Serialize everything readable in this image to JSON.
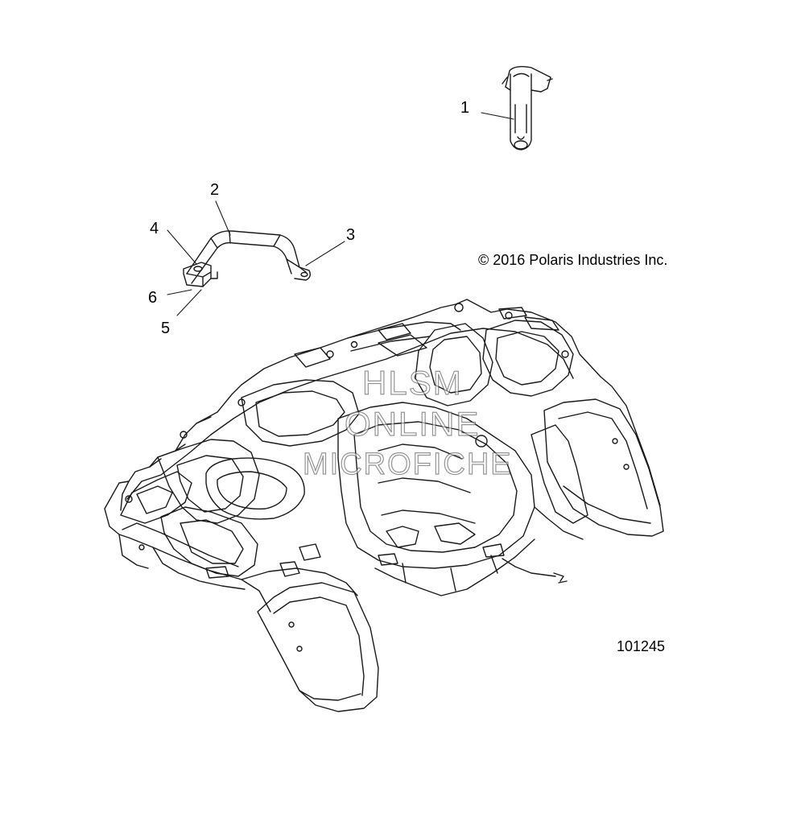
{
  "copyright": "© 2016 Polaris Industries Inc.",
  "figure_number": "101245",
  "callouts": [
    "1",
    "2",
    "3",
    "4",
    "5",
    "6"
  ],
  "watermark": {
    "line1": "HLSM",
    "line2": "ONLINE",
    "line3": "MICROFICHE"
  },
  "colors": {
    "line": "#1a1a1a",
    "background": "#ffffff"
  }
}
